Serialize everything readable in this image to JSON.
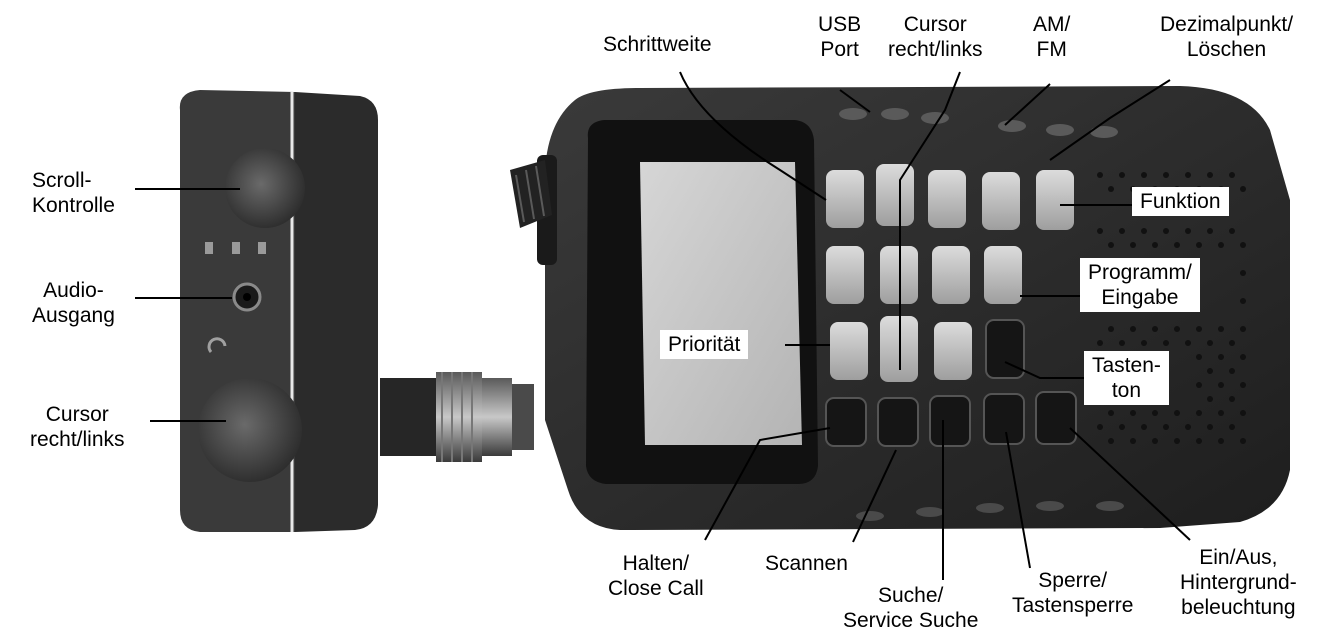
{
  "labels": {
    "scroll_kontrolle": [
      "Scroll-",
      "Kontrolle"
    ],
    "audio_ausgang": [
      "Audio-",
      "Ausgang"
    ],
    "cursor_left": [
      "Cursor",
      "recht/links"
    ],
    "schrittweite": "Schrittweite",
    "usb_port": [
      "USB",
      "Port"
    ],
    "cursor_top": [
      "Cursor",
      "recht/links"
    ],
    "am_fm": [
      "AM/",
      "FM"
    ],
    "dezimalpunkt": [
      "Dezimalpunkt/",
      "Löschen"
    ],
    "funktion": "Funktion",
    "programm": [
      "Programm/",
      "Eingabe"
    ],
    "prioritaet": "Priorität",
    "tastenton": [
      "Tasten-",
      "ton"
    ],
    "halten": [
      "Halten/",
      "Close Call"
    ],
    "scannen": "Scannen",
    "suche": [
      "Suche/",
      "Service Suche"
    ],
    "sperre": [
      "Sperre/",
      "Tastensperre"
    ],
    "ein_aus": [
      "Ein/Aus,",
      "Hintergrund-",
      "beleuchtung"
    ]
  },
  "colors": {
    "device_body": "#2e2e2e",
    "device_dark": "#1c1c1c",
    "key_light": "#bdbdbd",
    "key_dark": "#151515",
    "screen": "#c9c9c9"
  }
}
